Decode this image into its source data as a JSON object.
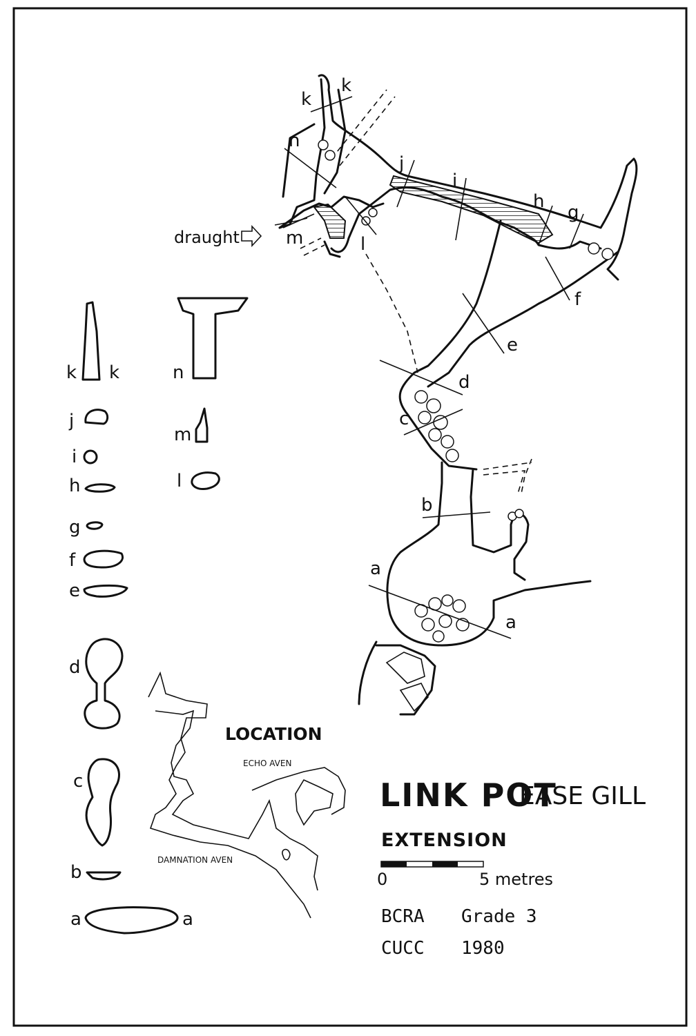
{
  "title": {
    "name": "LINK POT",
    "place": "EASE GILL",
    "subtitle": "EXTENSION"
  },
  "scale": {
    "start": "0",
    "end": "5 metres"
  },
  "survey": {
    "grade_label": "BCRA",
    "grade_value": "Grade 3",
    "club": "CUCC",
    "year": "1980"
  },
  "location": {
    "heading": "LOCATION",
    "echo": "ECHO AVEN",
    "damnation": "DAMNATION AVEN"
  },
  "draught": "draught",
  "section_letters": [
    "a",
    "b",
    "c",
    "d",
    "e",
    "f",
    "g",
    "h",
    "i",
    "j",
    "k",
    "l",
    "m",
    "n"
  ]
}
